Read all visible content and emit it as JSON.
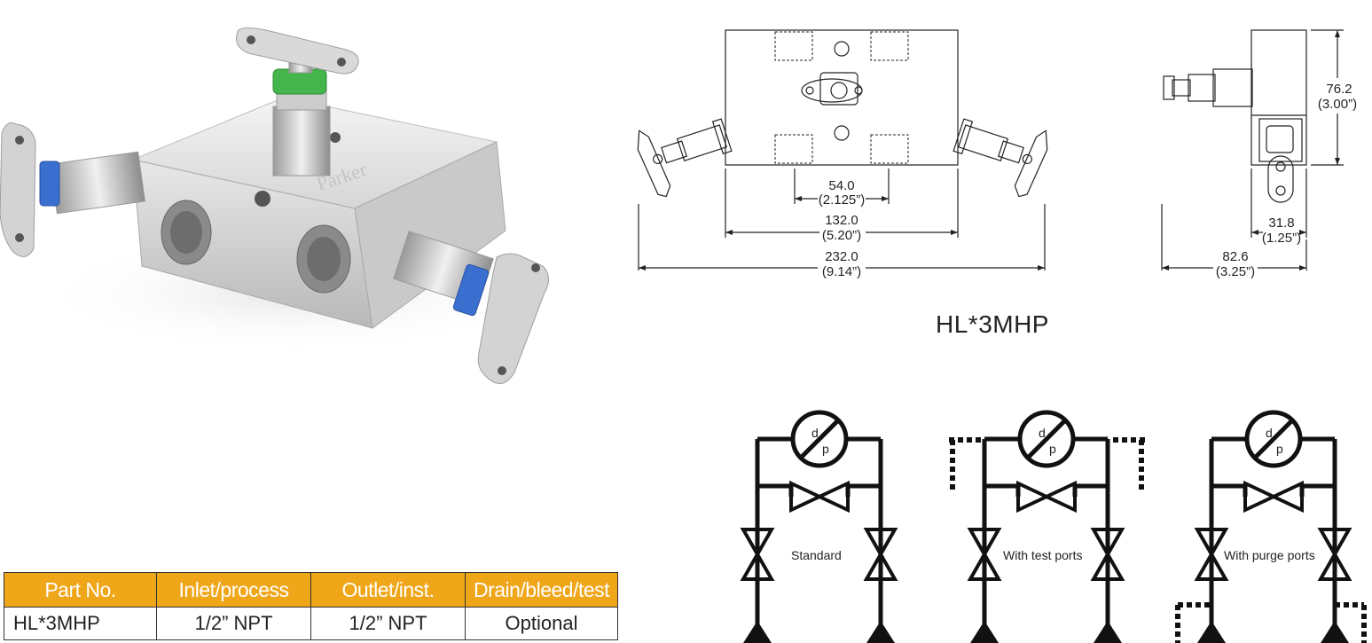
{
  "spec_table": {
    "headers": [
      "Part No.",
      "Inlet/process",
      "Outlet/inst.",
      "Drain/bleed/test"
    ],
    "rows": [
      [
        "HL*3MHP",
        "1/2” NPT",
        "1/2” NPT",
        "Optional"
      ]
    ]
  },
  "photo": {
    "brand": "Parker"
  },
  "drawing": {
    "model": "HL*3MHP",
    "front_view": {
      "dim_inner_mm": "54.0",
      "dim_inner_in": "(2.125”)",
      "dim_body_mm": "132.0",
      "dim_body_in": "(5.20”)",
      "dim_overall_mm": "232.0",
      "dim_overall_in": "(9.14”)"
    },
    "side_view": {
      "dim_height_mm": "76.2",
      "dim_height_in": "(3.00”)",
      "dim_offset_mm": "31.8",
      "dim_offset_in": "(1.25”)",
      "dim_depth_mm": "82.6",
      "dim_depth_in": "(3.25”)"
    }
  },
  "schematics": {
    "gauge_d": "d",
    "gauge_p": "p",
    "labels": [
      "Standard",
      "With test ports",
      "With purge ports"
    ]
  }
}
